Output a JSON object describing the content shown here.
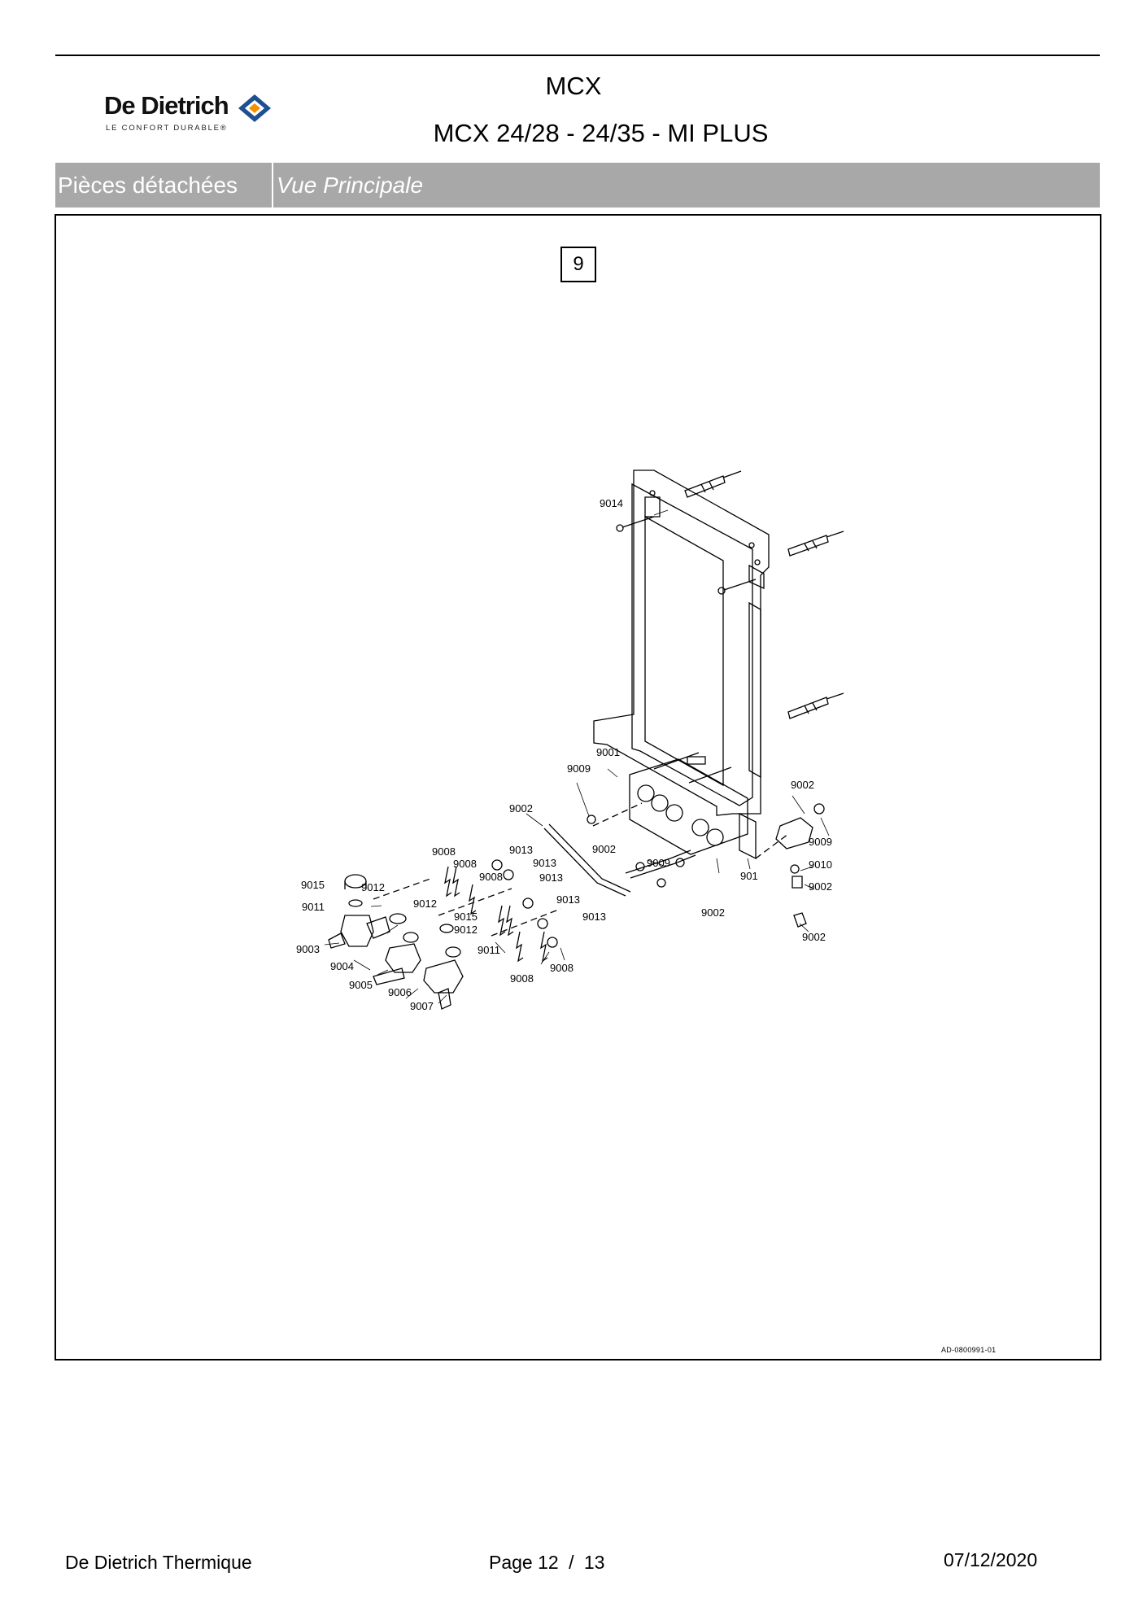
{
  "header": {
    "brand": "De Dietrich",
    "brand_tagline": "LE CONFORT DURABLE®",
    "title": "MCX",
    "subtitle": "MCX 24/28 - 24/35 - MI PLUS"
  },
  "section_bar": {
    "category": "Pièces détachées",
    "view": "Vue Principale"
  },
  "figure": {
    "number": "9",
    "drawing_code": "AD-0800991-01",
    "part_labels": [
      "9014",
      "9001",
      "9009",
      "9002",
      "9002",
      "9009",
      "9010",
      "9002",
      "9002",
      "9008",
      "9008",
      "9013",
      "9013",
      "9008",
      "9013",
      "9002",
      "9009",
      "9015",
      "9012",
      "9011",
      "9012",
      "9015",
      "9012",
      "9013",
      "9013",
      "9011",
      "901",
      "9002",
      "9003",
      "9004",
      "9005",
      "9006",
      "9007",
      "9008",
      "9008"
    ]
  },
  "footer": {
    "company": "De Dietrich Thermique",
    "page_word": "Page",
    "page_current": "12",
    "page_sep": "/",
    "page_total": "13",
    "date": "07/12/2020"
  },
  "colors": {
    "bar_background": "#a8a8a8",
    "brand_orange": "#f39200",
    "brand_blue": "#1d4f91"
  }
}
